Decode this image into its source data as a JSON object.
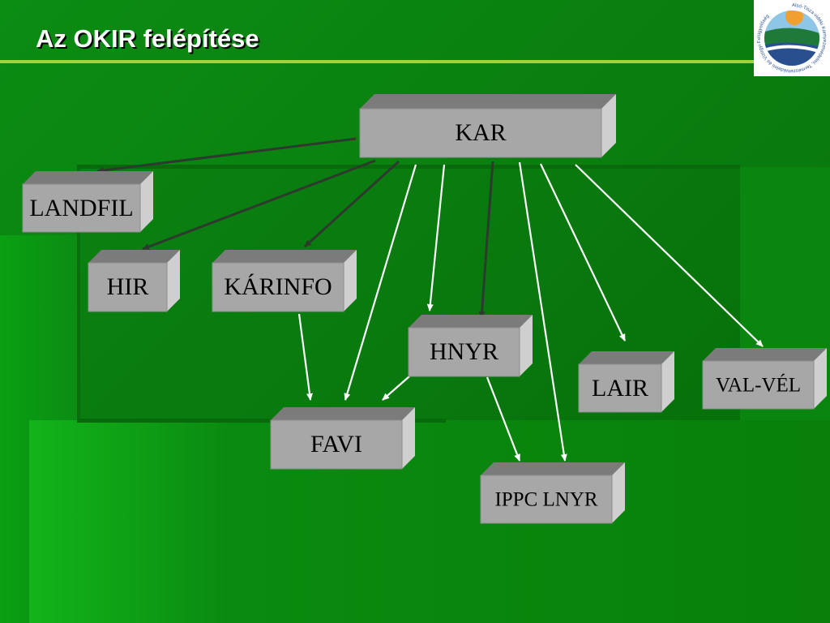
{
  "slide": {
    "title": "Az OKIR felépítése"
  },
  "logo": {
    "name": "organization-logo",
    "text": "Alsó-Tisza-vidéki Környezetvédelmi, Természetvédelmi és Vízügyi Felügyelőség"
  },
  "colors": {
    "background": "#0a8510",
    "box_front": "#a7a7a7",
    "box_top": "#7b7b7b",
    "box_side": "#cfcfcf",
    "arrow_dark": "#2d3a2d",
    "arrow_white": "#ffffff",
    "accent_line": "#a4d23a"
  },
  "nodes": [
    {
      "id": "KAR",
      "label": "KAR"
    },
    {
      "id": "LANDFIL",
      "label": "LANDFIL"
    },
    {
      "id": "HIR",
      "label": "HIR"
    },
    {
      "id": "KARINFO",
      "label": "KÁRINFO"
    },
    {
      "id": "HNYR",
      "label": "HNYR"
    },
    {
      "id": "LAIR",
      "label": "LAIR"
    },
    {
      "id": "VALVEL",
      "label": "VAL-VÉL"
    },
    {
      "id": "FAVI",
      "label": "FAVI"
    },
    {
      "id": "IPPC",
      "label": "IPPC LNYR"
    }
  ],
  "edges": [
    {
      "from": "KAR",
      "to": "LANDFIL",
      "style": "dark"
    },
    {
      "from": "KAR",
      "to": "HIR",
      "style": "dark"
    },
    {
      "from": "KAR",
      "to": "KARINFO",
      "style": "dark"
    },
    {
      "from": "KAR",
      "to": "HNYR",
      "style": "dark"
    },
    {
      "from": "KAR",
      "to": "HNYR",
      "style": "white"
    },
    {
      "from": "KAR",
      "to": "FAVI",
      "style": "white"
    },
    {
      "from": "KAR",
      "to": "IPPC",
      "style": "white"
    },
    {
      "from": "KAR",
      "to": "LAIR",
      "style": "white"
    },
    {
      "from": "KAR",
      "to": "VALVEL",
      "style": "white"
    },
    {
      "from": "KARINFO",
      "to": "FAVI",
      "style": "white"
    },
    {
      "from": "HNYR",
      "to": "FAVI",
      "style": "white"
    },
    {
      "from": "HNYR",
      "to": "IPPC",
      "style": "white"
    }
  ]
}
